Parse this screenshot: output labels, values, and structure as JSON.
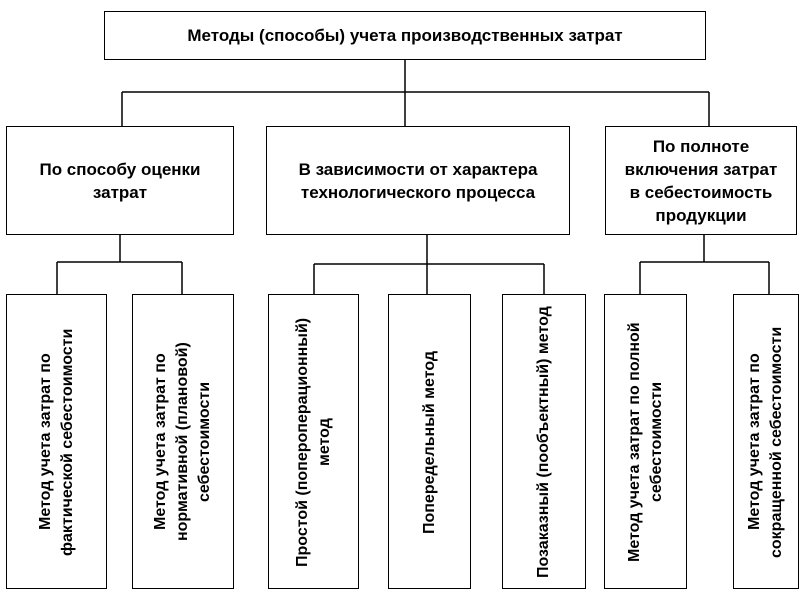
{
  "root": {
    "label": "Методы (способы) учета производственных затрат"
  },
  "groups": [
    {
      "label": "По способу оценки затрат"
    },
    {
      "label": "В зависимости от характера технологического процесса"
    },
    {
      "label": "По полноте включения затрат в себестоимость продукции"
    }
  ],
  "leaves": [
    {
      "label": "Метод учета затрат по фактической себестоимости"
    },
    {
      "label": "Метод учета затрат по нормативной (плановой) себестоимости"
    },
    {
      "label": "Простой (попероперационный) метод"
    },
    {
      "label": "Попередельный метод"
    },
    {
      "label": "Позаказный (пообъектный) метод"
    },
    {
      "label": "Метод учета затрат по полной себестоимости"
    },
    {
      "label": "Метод учета затрат по сокращенной себестоимости"
    }
  ]
}
